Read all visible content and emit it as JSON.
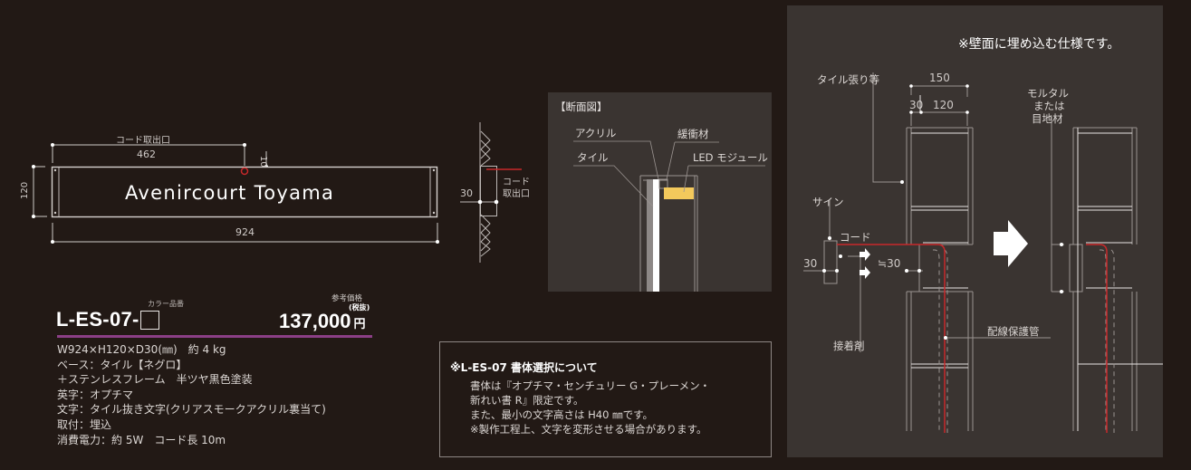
{
  "front_view": {
    "sign_text": "Avenircourt Toyama",
    "dims": {
      "cord_outlet_label": "コード取出口",
      "cord_offset": "462",
      "top_offset": "10",
      "height": "120",
      "width": "924"
    }
  },
  "side_view": {
    "depth": "30",
    "cord_label_line1": "コード",
    "cord_label_line2": "取出口"
  },
  "product": {
    "color_code_label": "カラー品番",
    "code": "L-ES-07-",
    "reference_price_label": "参考価格",
    "tax_label": "(税抜)",
    "price": "137,000",
    "currency": "円",
    "specs": [
      "W924×H120×D30(㎜)　約 4 kg",
      "ベース：タイル【ネグロ】",
      "＋ステンレスフレーム　半ツヤ黒色塗装",
      "英字：オプチマ",
      "文字：タイル抜き文字(クリアスモークアクリル裏当て)",
      "取付：埋込",
      "消費電力：約 5W　コード長 10m"
    ]
  },
  "section_view": {
    "title": "【断面図】",
    "labels": {
      "acrylic": "アクリル",
      "tile": "タイル",
      "cushion": "緩衝材",
      "led": "LED モジュール"
    }
  },
  "note": {
    "title": "※L-ES-07 書体選択について",
    "lines": [
      "書体は『オプチマ・センチュリー G・プレーメン・",
      "新れい書 R』限定です。",
      "また、最小の文字高さは H40 ㎜です。",
      "※製作工程上、文字を変形させる場合があります。"
    ]
  },
  "install_view": {
    "note": "※壁面に埋め込む仕様です。",
    "labels": {
      "tile_finish": "タイル張り等",
      "mortar_1": "モルタル",
      "mortar_2": "または",
      "mortar_3": "目地材",
      "sign": "サイン",
      "cord": "コード",
      "adhesive": "接着剤",
      "conduit": "配線保護管"
    },
    "dims": {
      "total": "150",
      "part_a": "30",
      "part_b": "120",
      "sign_depth": "30",
      "gap": "≒30"
    }
  },
  "colors": {
    "background": "#221915",
    "panel": "#3a3431",
    "accent_purple": "#8b3f86",
    "cord_red": "#c8282a",
    "led_yellow": "#f3c95c"
  }
}
